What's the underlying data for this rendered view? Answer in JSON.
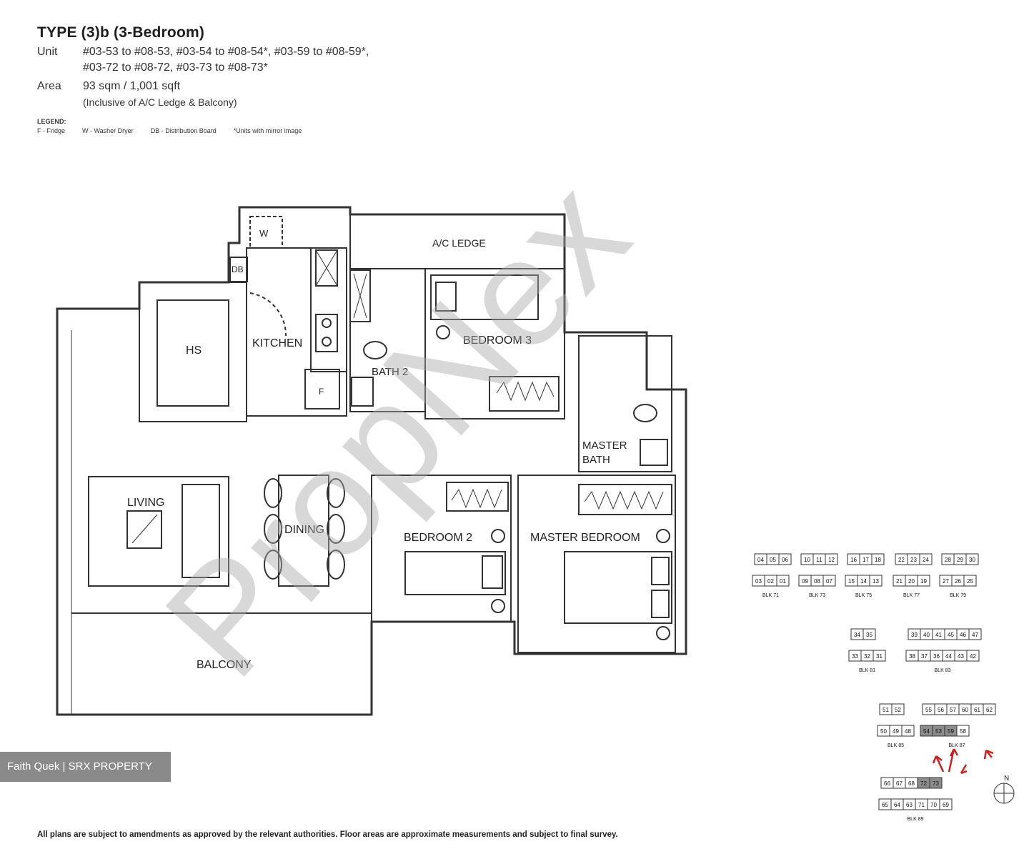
{
  "header": {
    "title": "TYPE (3)b (3-Bedroom)",
    "unit_label": "Unit",
    "unit_line1": "#03-53 to #08-53, #03-54 to #08-54*, #03-59 to #08-59*,",
    "unit_line2": "#03-72 to #08-72, #03-73 to #08-73*",
    "area_label": "Area",
    "area_value": "93 sqm / 1,001 sqft",
    "area_note": "(Inclusive of A/C Ledge & Balcony)"
  },
  "legend": {
    "heading": "LEGEND:",
    "items": [
      "F - Fridge",
      "W - Washer Dryer",
      "DB - Distribution Board",
      "*Units with mirror image"
    ]
  },
  "rooms": {
    "ac_ledge": "A/C LEDGE",
    "washer": "W",
    "db": "DB",
    "hs": "HS",
    "kitchen": "KITCHEN",
    "fridge": "F",
    "bath2": "BATH 2",
    "bedroom3": "BEDROOM 3",
    "master_bath_1": "MASTER",
    "master_bath_2": "BATH",
    "living": "LIVING",
    "dining": "DINING",
    "bedroom2": "BEDROOM 2",
    "master_bedroom": "MASTER BEDROOM",
    "balcony": "BALCONY"
  },
  "watermark_text": "PropNex",
  "credit": "Faith Quek | SRX PROPERTY",
  "site_plan": {
    "row1": [
      {
        "top": [
          "04",
          "05",
          "06"
        ],
        "bottom": [
          "03",
          "02",
          "01"
        ],
        "blk": "BLK 71"
      },
      {
        "top": [
          "10",
          "11",
          "12"
        ],
        "bottom": [
          "09",
          "08",
          "07"
        ],
        "blk": "BLK 73"
      },
      {
        "top": [
          "16",
          "17",
          "18"
        ],
        "bottom": [
          "15",
          "14",
          "13"
        ],
        "blk": "BLK 75"
      },
      {
        "top": [
          "22",
          "23",
          "24"
        ],
        "bottom": [
          "21",
          "20",
          "19"
        ],
        "blk": "BLK 77"
      },
      {
        "top": [
          "28",
          "29",
          "30"
        ],
        "bottom": [
          "27",
          "26",
          "25"
        ],
        "blk": "BLK 79"
      }
    ],
    "row2": [
      {
        "top": [
          "34",
          "35"
        ],
        "bottom": [
          "33",
          "32",
          "31"
        ],
        "blk": "BLK 81"
      },
      {
        "top": [
          "39",
          "40",
          "41",
          "45",
          "46",
          "47"
        ],
        "bottom": [
          "38",
          "37",
          "36",
          "44",
          "43",
          "42"
        ],
        "blk": "BLK 83"
      }
    ],
    "row3": [
      {
        "top": [
          "51",
          "52"
        ],
        "bottom": [
          "50",
          "49",
          "48"
        ],
        "blk": "BLK 85"
      },
      {
        "top": [
          "55",
          "56",
          "57",
          "60",
          "61",
          "62"
        ],
        "bottom": [
          "54",
          "53",
          "59",
          "58"
        ],
        "blk": "BLK 87"
      }
    ],
    "row4": [
      {
        "top": [
          "66",
          "67",
          "68",
          "72",
          "73"
        ],
        "bottom": [
          "65",
          "64",
          "63",
          "71",
          "70",
          "69"
        ],
        "blk": "BLK 89"
      }
    ],
    "highlighted": [
      "54",
      "53",
      "59",
      "72",
      "73"
    ],
    "arrow_color": "#cc1f1f",
    "north": "N"
  },
  "disclaimer": "All plans are subject to amendments as approved by the relevant authorities. Floor areas are approximate measurements and subject to final survey."
}
